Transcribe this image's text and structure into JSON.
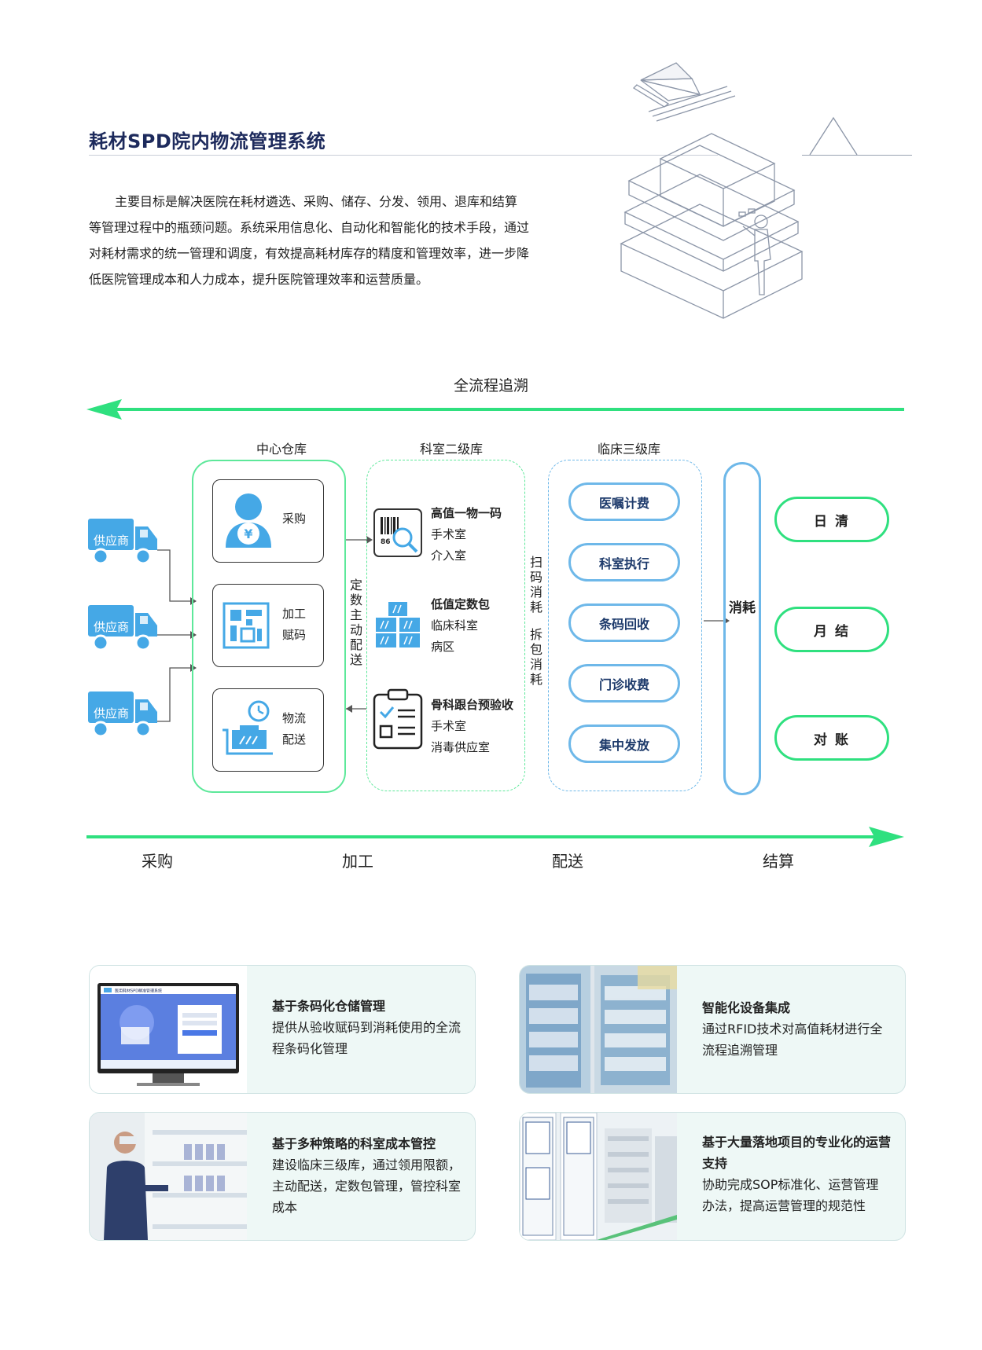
{
  "header": {
    "title": "耗材SPD院内物流管理系统",
    "intro": "主要目标是解决医院在耗材遴选、采购、储存、分发、领用、退库和结算等管理过程中的瓶颈问题。系统采用信息化、自动化和智能化的技术手段，通过对耗材需求的统一管理和调度，有效提高耗材库存的精度和管理效率，进一步降低医院管理成本和人力成本，提升医院管理效率和运营质量。"
  },
  "flow": {
    "trace_label": "全流程追溯",
    "supplier_label": "供应商",
    "columns": {
      "central": "中心仓库",
      "dept": "科室二级库",
      "clinical": "临床三级库"
    },
    "central_items": [
      {
        "label": "采购"
      },
      {
        "label": "加工赋码"
      },
      {
        "label": "物流配送"
      }
    ],
    "delivery_label": "定数主动配送",
    "dept_items": [
      {
        "title": "高值一物一码",
        "lines": [
          "手术室",
          "介入室"
        ]
      },
      {
        "title": "低值定数包",
        "lines": [
          "临床科室",
          "病区"
        ]
      },
      {
        "title": "骨科跟台预验收",
        "lines": [
          "手术室",
          "消毒供应室"
        ]
      }
    ],
    "scan_label": "扫码消耗",
    "unpack_label": "拆包消耗",
    "clinical_items": [
      "医嘱计费",
      "科室执行",
      "条码回收",
      "门诊收费",
      "集中发放"
    ],
    "consume_label": "消耗",
    "settle_items": [
      "日 清",
      "月 结",
      "对 账"
    ],
    "stages": [
      "采购",
      "加工",
      "配送",
      "结算"
    ],
    "colors": {
      "green": "#2fe07f",
      "blue": "#4aa7e6",
      "navy": "#1d2a5c"
    }
  },
  "cards": [
    {
      "title": "基于条码化仓储管理",
      "text": "提供从验收赋码到消耗使用的全流程条码化管理",
      "screen_title": "医用耗材SPD精准管理系统"
    },
    {
      "title": "智能化设备集成",
      "text": "通过RFID技术对高值耗材进行全流程追溯管理"
    },
    {
      "title": "基于多种策略的科室成本管控",
      "text": "建设临床三级库，通过领用限额，主动配送，定数包管理，管控科室成本"
    },
    {
      "title": "基于大量落地项目的专业化的运营支持",
      "text": "协助完成SOP标准化、运营管理办法，提高运营管理的规范性"
    }
  ]
}
